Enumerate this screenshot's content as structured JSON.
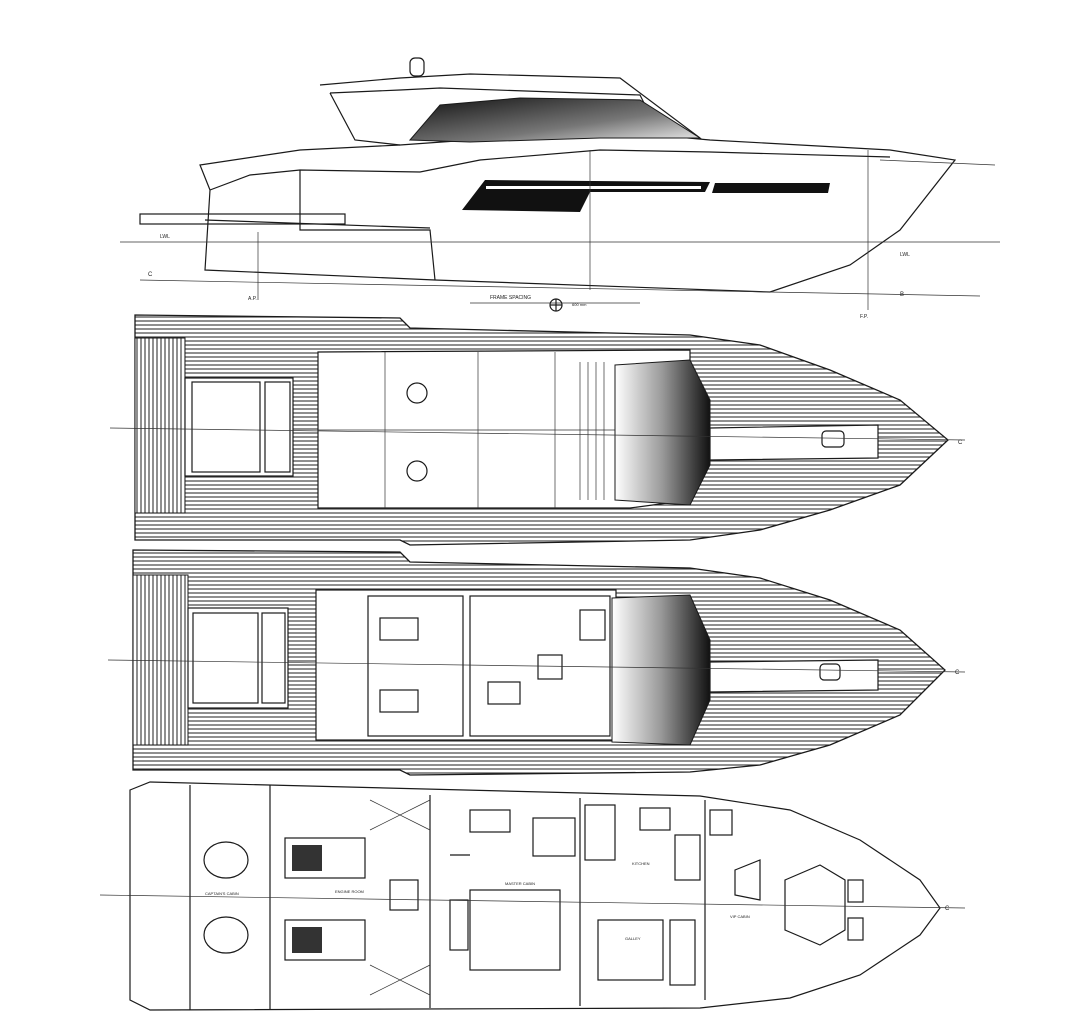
{
  "profile": {
    "lwl_aft": "LWL",
    "lwl_fwd": "LWL",
    "ap": "A.P.",
    "fp": "F.P.",
    "frame_spacing": "FRAME SPACING",
    "frame_value": "600 mm",
    "centre_mark_aft": "C",
    "centre_mark_fwd": "B"
  },
  "main_deck": {
    "cl_mark": "C"
  },
  "lower_deck": {
    "cl_mark": "C",
    "rooms": {
      "engine_room": "ENGINE ROOM",
      "master_cabin": "MASTER CABIN",
      "kitchen": "KITCHEN",
      "galley": "GALLEY",
      "vip_cabin": "VIP CABIN",
      "captains_cabin": "CAPTAIN'S CABIN"
    }
  },
  "colors": {
    "line": "#1a1a1a",
    "background": "#ffffff"
  }
}
